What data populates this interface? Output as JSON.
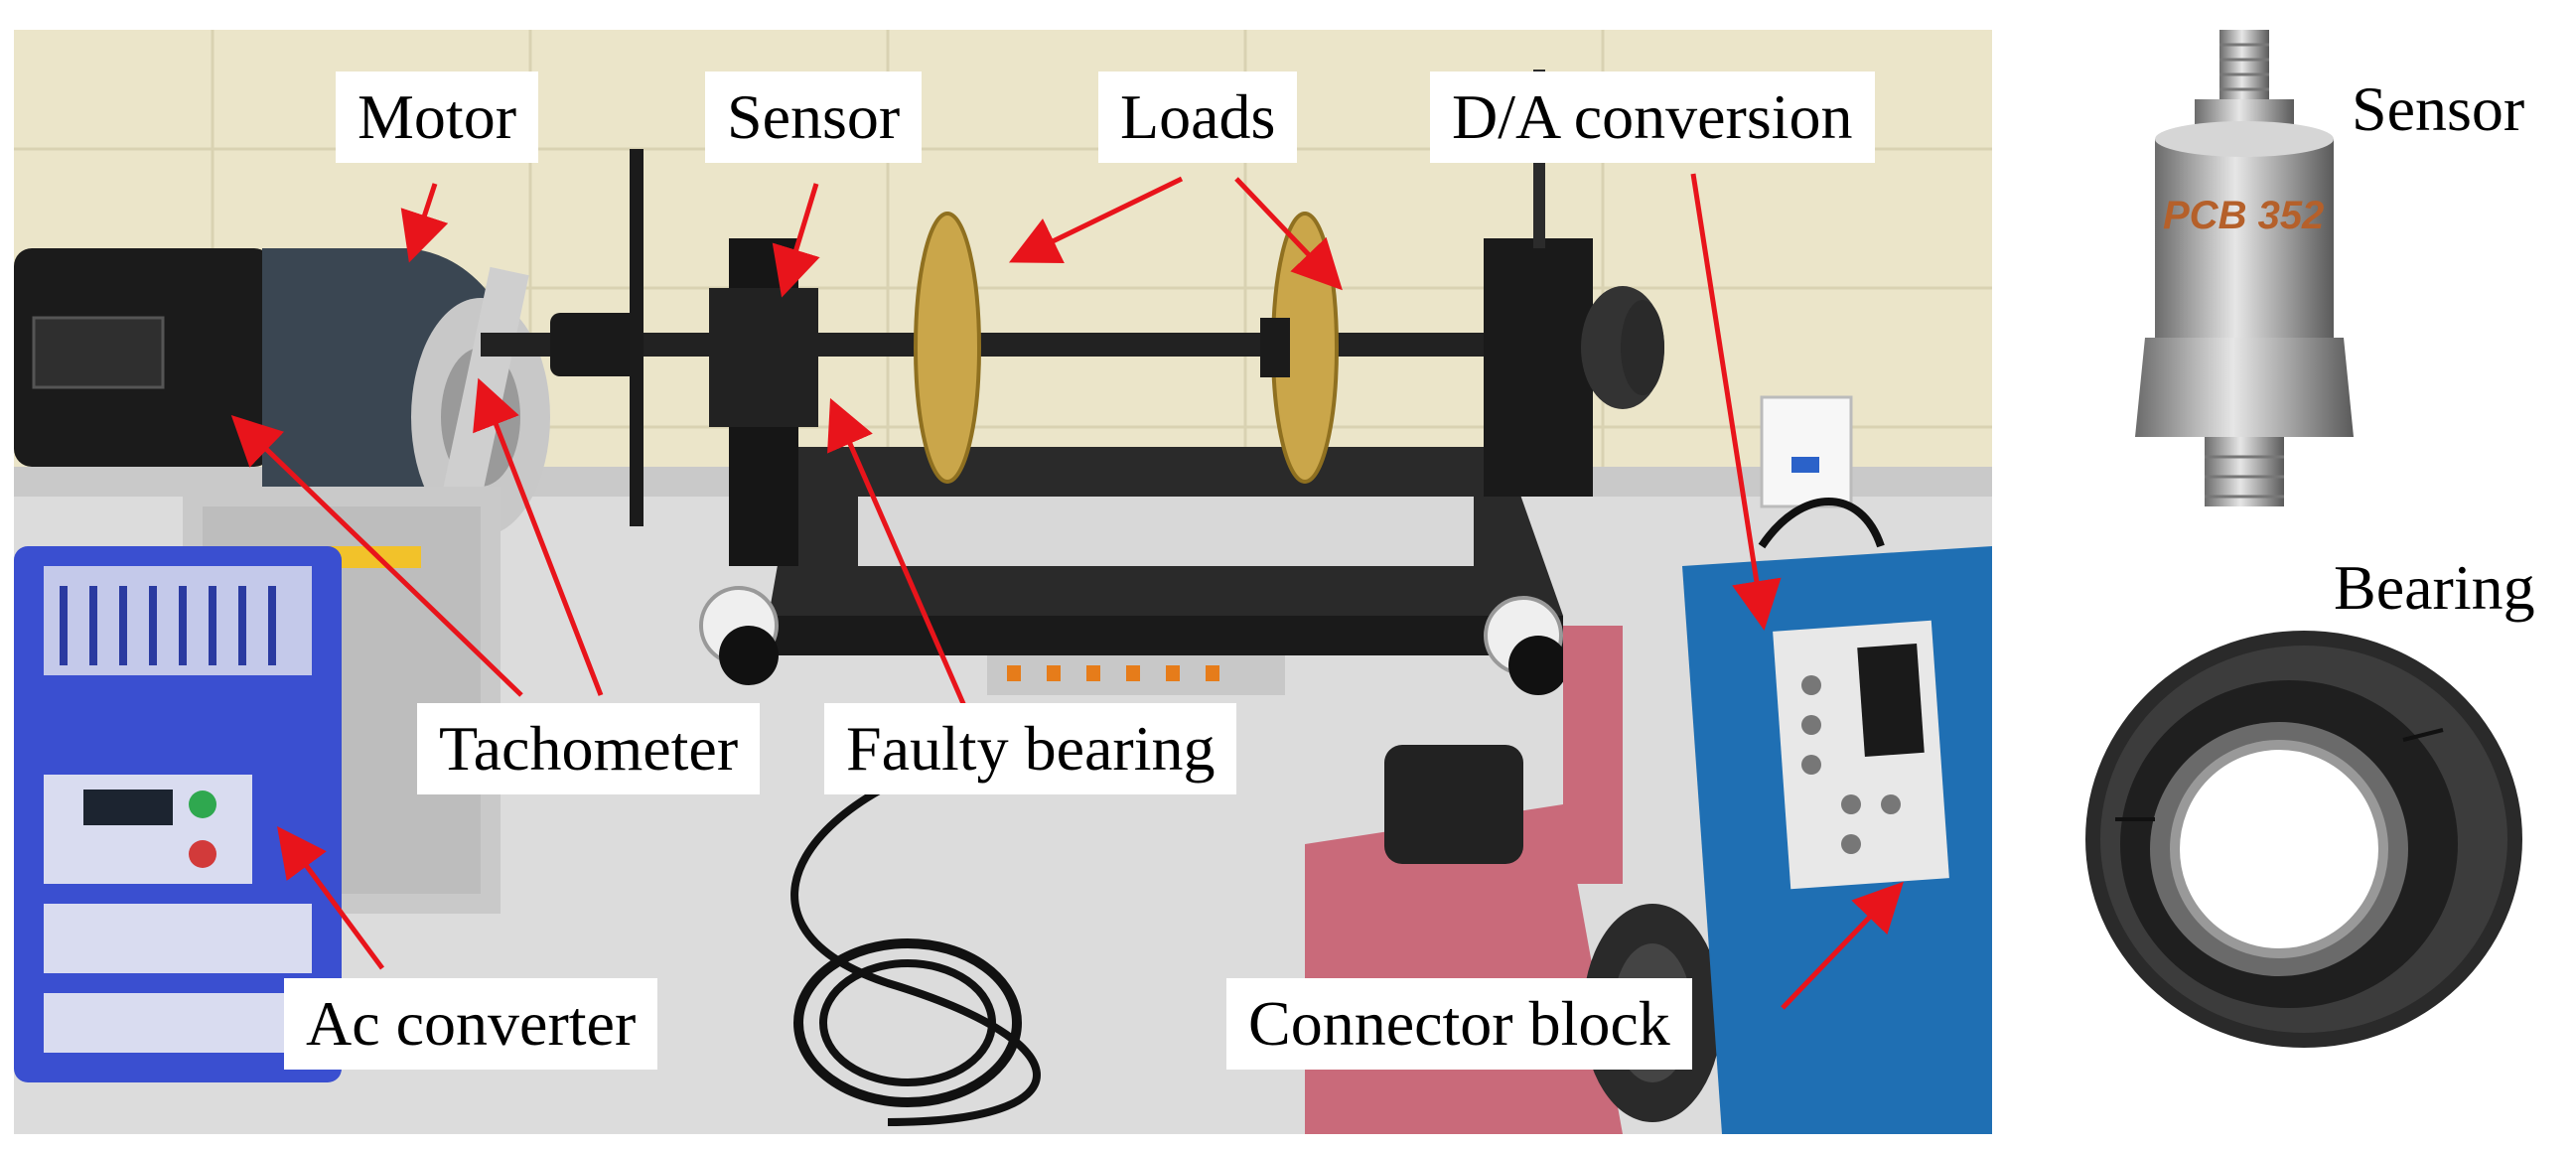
{
  "labels": {
    "motor": "Motor",
    "sensor": "Sensor",
    "loads": "Loads",
    "da_conversion": "D/A conversion",
    "tachometer": "Tachometer",
    "faulty_bearing": "Faulty bearing",
    "ac_converter": "Ac converter",
    "connector_block": "Connector block",
    "side_sensor": "Sensor",
    "side_bearing": "Bearing"
  },
  "inset_text": {
    "sensor_brand": "PCB 352"
  },
  "colors": {
    "arrow": "#e8141b",
    "wall": "#e9e3c4",
    "bench": "#d8d8d8",
    "inverter": "#3a4fd0",
    "daq": "#1f6fb3"
  }
}
